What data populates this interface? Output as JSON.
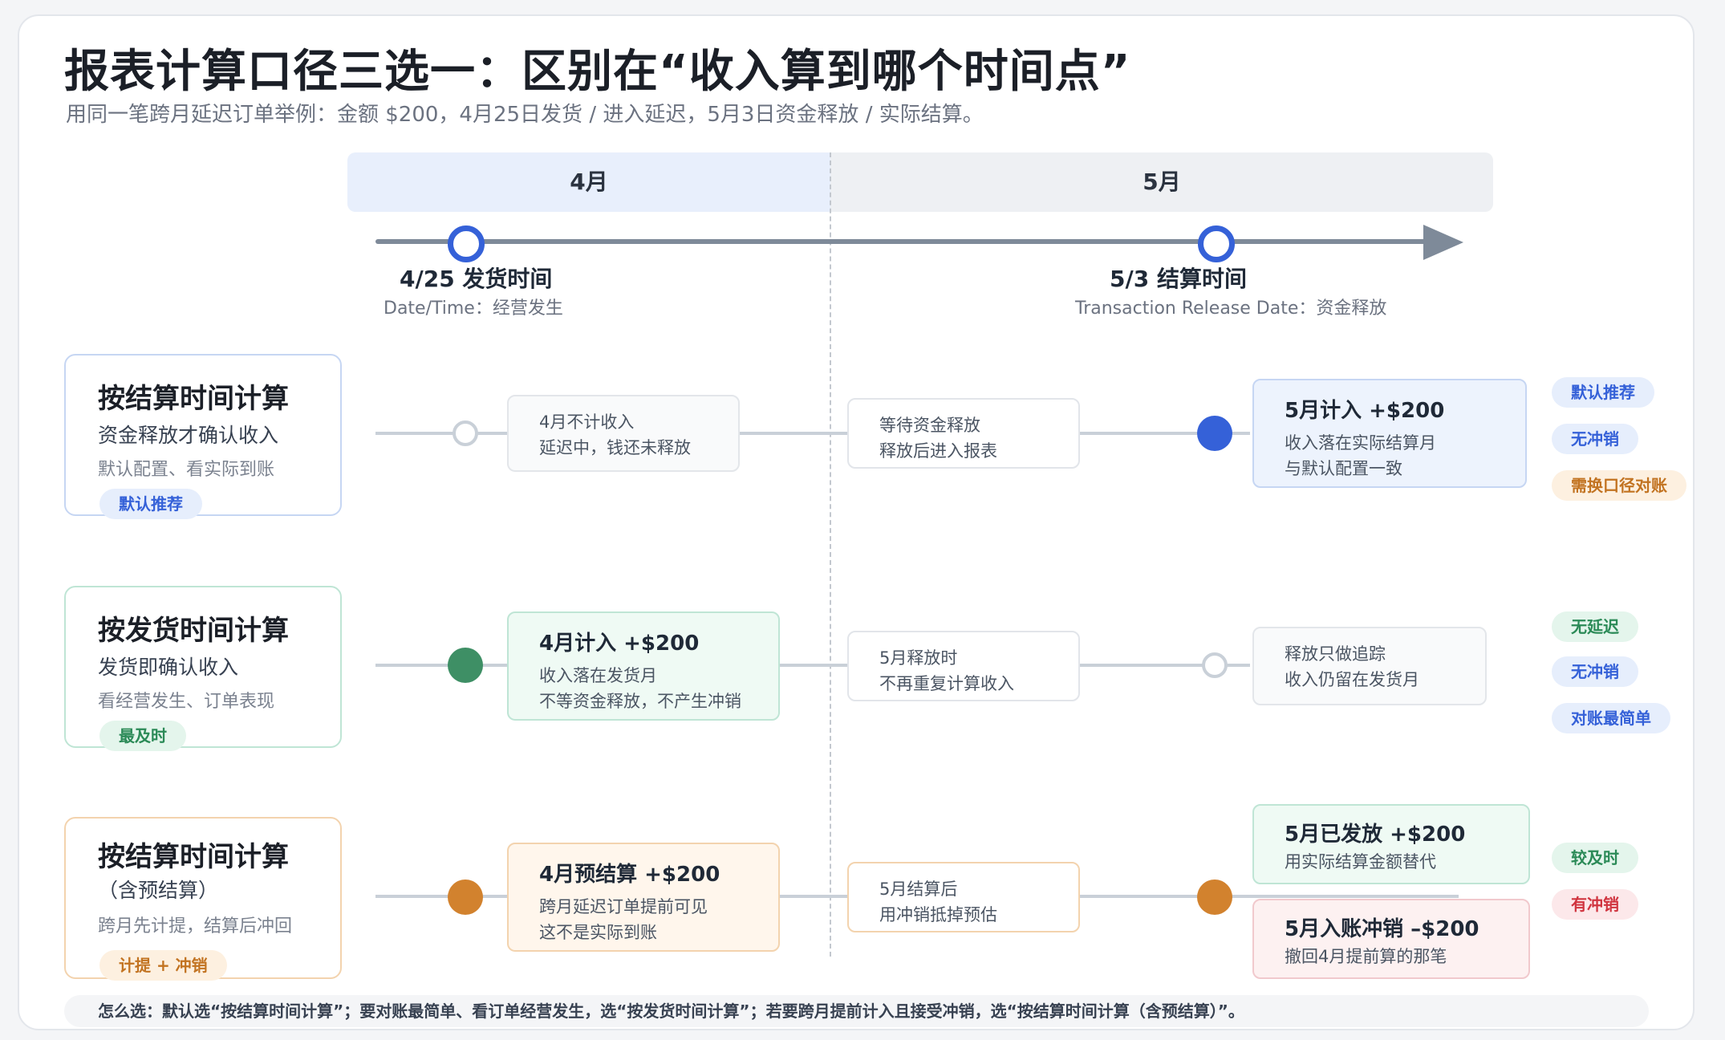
{
  "title": "报表计算口径三选一：区别在“收入算到哪个时间点”",
  "subtitle": "用同一笔跨月延迟订单举例：金额 $200，4月25日发货 / 进入延迟，5月3日资金释放 / 实际结算。",
  "months": {
    "apr": "4月",
    "may": "5月"
  },
  "events": {
    "ship": {
      "title": "4/25 发货时间",
      "sub": "Date/Time：经营发生"
    },
    "settle": {
      "title": "5/3 结算时间",
      "sub": "Transaction Release Date：资金释放"
    }
  },
  "rows": [
    {
      "card": {
        "title": "按结算时间计算",
        "sub": "资金释放才确认收入",
        "note": "默认配置、看实际到账",
        "tag": "默认推荐"
      },
      "box1": {
        "l1": "4月不计收入",
        "l2": "延迟中，钱还未释放"
      },
      "box2": {
        "l1": "等待资金释放",
        "l2": "释放后进入报表"
      },
      "box3": {
        "h": "5月计入 +$200",
        "l1": "收入落在实际结算月",
        "l2": "与默认配置一致"
      },
      "chips": [
        "默认推荐",
        "无冲销",
        "需换口径对账"
      ]
    },
    {
      "card": {
        "title": "按发货时间计算",
        "sub": "发货即确认收入",
        "note": "看经营发生、订单表现",
        "tag": "最及时"
      },
      "box1": {
        "h": "4月计入 +$200",
        "l1": "收入落在发货月",
        "l2": "不等资金释放，不产生冲销"
      },
      "box2": {
        "l1": "5月释放时",
        "l2": "不再重复计算收入"
      },
      "box3": {
        "l1": "释放只做追踪",
        "l2": "收入仍留在发货月"
      },
      "chips": [
        "无延迟",
        "无冲销",
        "对账最简单"
      ]
    },
    {
      "card": {
        "title": "按结算时间计算",
        "sub": "（含预结算）",
        "note": "跨月先计提，结算后冲回",
        "tag": "计提 + 冲销"
      },
      "box1": {
        "h": "4月预结算 +$200",
        "l1": "跨月延迟订单提前可见",
        "l2": "这不是实际到账"
      },
      "box2": {
        "l1": "5月结算后",
        "l2": "用冲销抵掉预估"
      },
      "box3a": {
        "h": "5月已发放 +$200",
        "l1": "用实际结算金额替代"
      },
      "box3b": {
        "h": "5月入账冲销 –$200",
        "l1": "撤回4月提前算的那笔"
      },
      "chips": [
        "较及时",
        "有冲销"
      ]
    }
  ],
  "footer": "怎么选：默认选“按结算时间计算”；要对账最简单、看订单经营发生，选“按发货时间计算”；若要跨月提前计入且接受冲销，选“按结算时间计算（含预结算）”。",
  "colors": {
    "blue": "#3561d8",
    "green": "#3e8f65",
    "orange": "#d2822e",
    "red": "#d0343f"
  }
}
